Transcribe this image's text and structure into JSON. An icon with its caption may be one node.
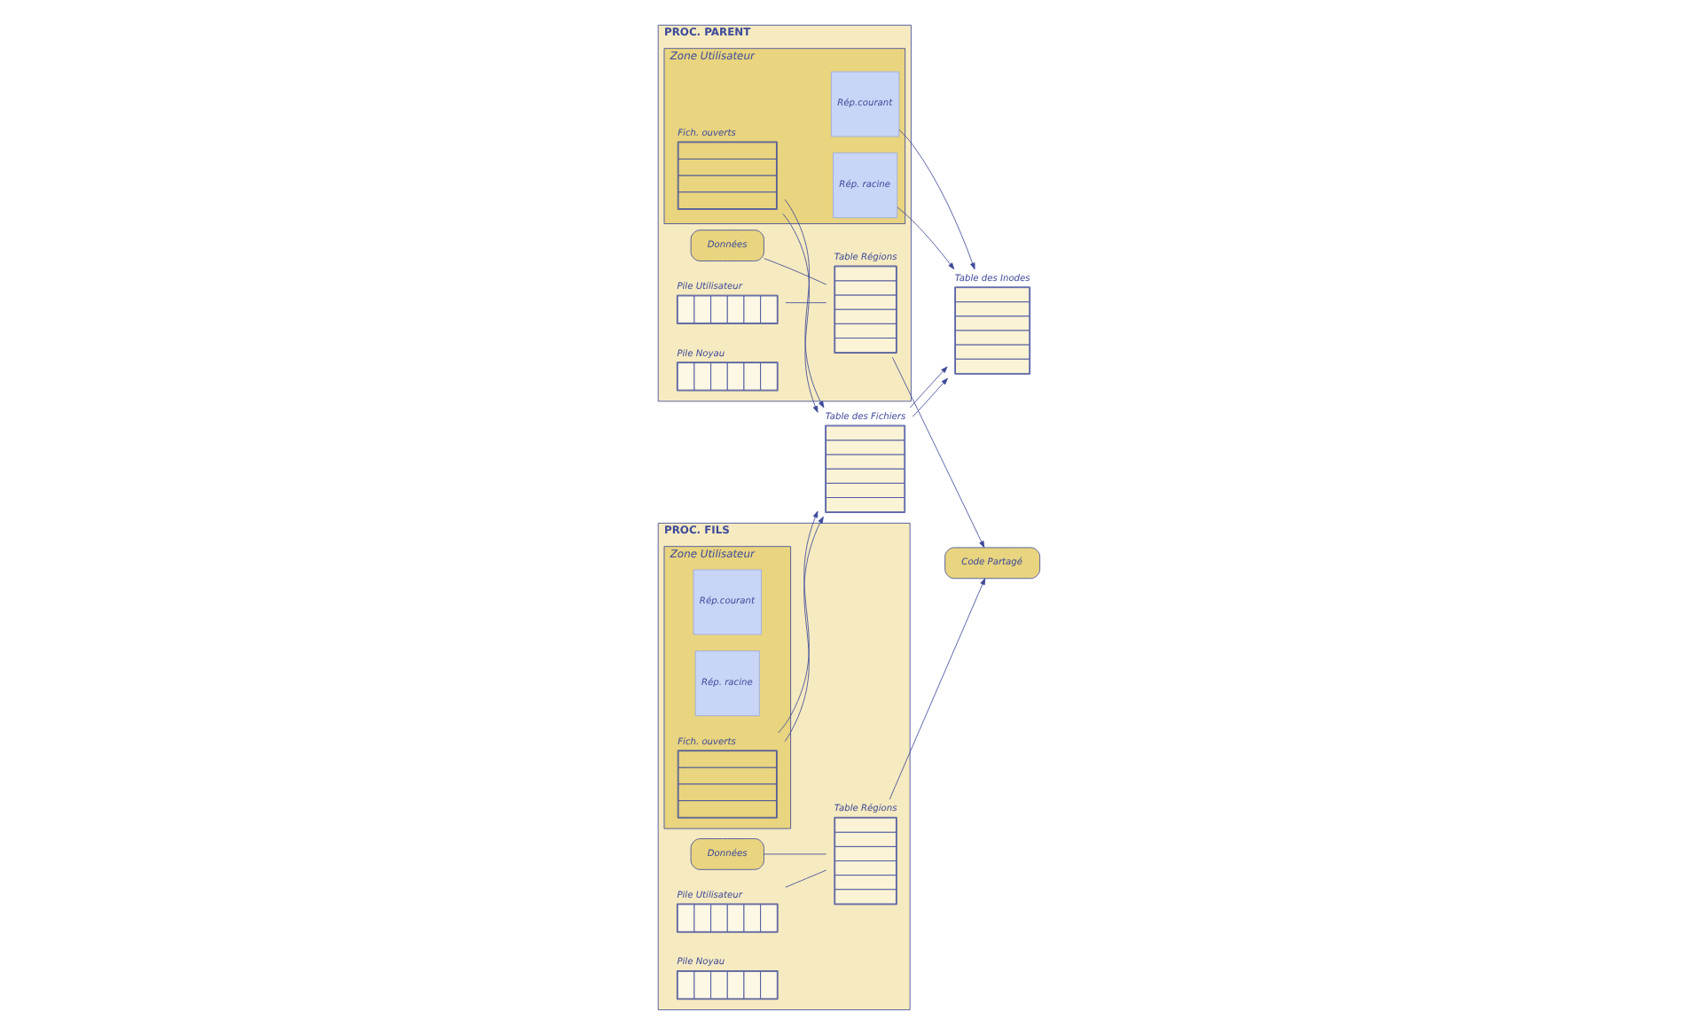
{
  "diagram": {
    "nodes": [
      {
        "text": [
          "PROC. PARENT"
        ]
      },
      {
        "text": [
          "Données"
        ],
        "in": 0
      },
      {
        "text": [
          "Table Régions"
        ],
        "in": 0
      },
      {
        "text": [
          "Pile Utilisateur"
        ],
        "in": 0
      },
      {
        "text": [
          "Pile Noyau"
        ],
        "in": 0
      },
      {
        "text": [
          "Zone Utilisateur"
        ],
        "in": 0
      },
      {
        "text": [
          "Rép.courant"
        ],
        "in": 5
      },
      {
        "text": [
          "Rép. racine"
        ],
        "in": 5
      },
      {
        "text": [
          "Fich. ouverts"
        ],
        "in": 5
      },
      {
        "text": [
          "Code Partagé"
        ]
      },
      {
        "text": [
          "PROC. FILS"
        ]
      },
      {
        "text": [
          "Données"
        ],
        "in": 10
      },
      {
        "text": [
          "Table Régions"
        ],
        "in": 10
      },
      {
        "text": [
          "Pile Utilisateur"
        ],
        "in": 10
      },
      {
        "text": [
          "Pile Noyau"
        ],
        "in": 10
      },
      {
        "text": [
          "Zone Utilisateur"
        ],
        "in": 10
      },
      {
        "text": [
          "Rép.courant"
        ],
        "in": 15
      },
      {
        "text": [
          "Rép. racine"
        ],
        "in": 15
      },
      {
        "text": [
          "Fich. ouverts"
        ],
        "in": 15
      },
      {
        "text": [
          "Table des Inodes"
        ]
      },
      {
        "text": [
          "Table des Fichiers"
        ]
      }
    ],
    "edges": [
      {
        "from": 1,
        "to": 2,
        "arrow": "none"
      },
      {
        "from": 3,
        "to": 2,
        "arrow": "none"
      },
      {
        "from": 2,
        "to": 9,
        "arrow": "to"
      },
      {
        "from": 11,
        "to": 12,
        "arrow": "none"
      },
      {
        "from": 13,
        "to": 12,
        "arrow": "none"
      },
      {
        "from": 12,
        "to": 9,
        "arrow": "to"
      },
      {
        "from": 6,
        "to": 19,
        "arrow": "to"
      },
      {
        "from": 7,
        "to": 19,
        "arrow": "to"
      },
      {
        "from": 8,
        "to": 20,
        "arrow": "to"
      },
      {
        "from": 8,
        "to": 20,
        "arrow": "to"
      },
      {
        "from": 18,
        "to": 20,
        "arrow": "to"
      },
      {
        "from": 18,
        "to": 20,
        "arrow": "to"
      },
      {
        "from": 20,
        "to": 19,
        "arrow": "to"
      },
      {
        "from": 20,
        "to": 19,
        "arrow": "to"
      }
    ]
  }
}
